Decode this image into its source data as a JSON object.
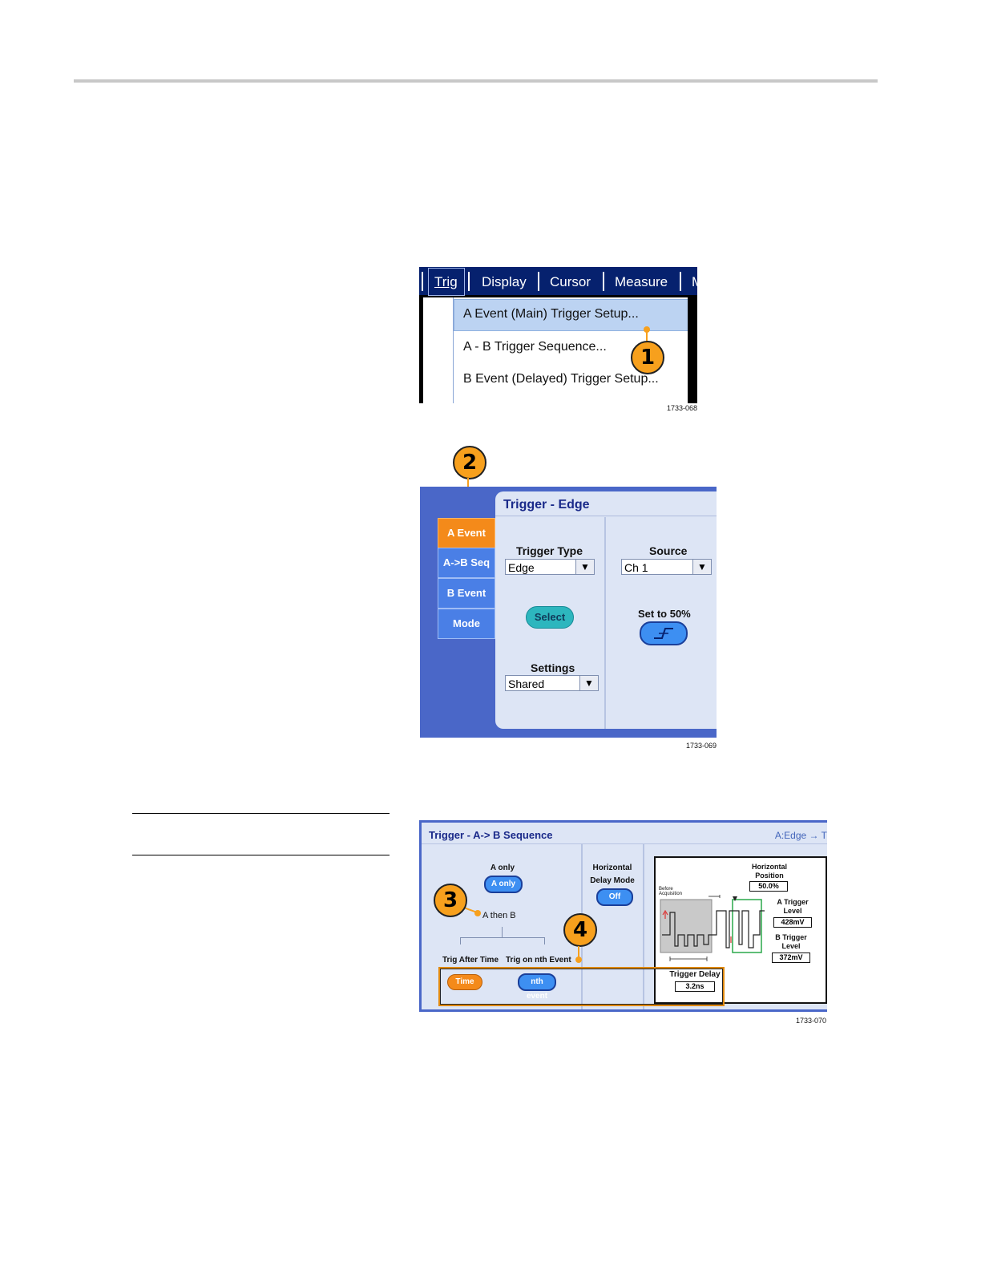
{
  "menu": {
    "items": [
      "Trig",
      "Display",
      "Cursor",
      "Measure",
      "M"
    ],
    "dropdown": [
      "A Event (Main) Trigger Setup...",
      "A - B Trigger Sequence...",
      "B Event (Delayed) Trigger Setup..."
    ],
    "figure_id": "1733-068"
  },
  "callouts": [
    "1",
    "2",
    "3",
    "4"
  ],
  "edge": {
    "title": "Trigger - Edge",
    "tabs": [
      "A Event",
      "A->B Seq",
      "B Event",
      "Mode"
    ],
    "trigger_type_label": "Trigger Type",
    "trigger_type_value": "Edge",
    "select_button": "Select",
    "settings_label": "Settings",
    "settings_value": "Shared",
    "source_label": "Source",
    "source_value": "Ch 1",
    "set50_label": "Set to 50%",
    "figure_id": "1733-069"
  },
  "sequence": {
    "title": "Trigger - A-> B Sequence",
    "title_right": "A:Edge → T",
    "a_only_label": "A only",
    "a_only_button": "A only",
    "a_then_b": "A then B",
    "trig_after_time": "Trig After Time",
    "trig_nth": "Trig on nth Event",
    "time_button": "Time",
    "nth_button": "nth event",
    "hdm_label_1": "Horizontal",
    "hdm_label_2": "Delay Mode",
    "off_button": "Off",
    "horiz_pos_1": "Horizontal",
    "horiz_pos_2": "Position",
    "horiz_pos_val": "50.0%",
    "before_acq_1": "Before",
    "before_acq_2": "Acquisition",
    "a_level_1": "A Trigger",
    "a_level_2": "Level",
    "a_level_val": "428mV",
    "b_level_1": "B Trigger",
    "b_level_2": "Level",
    "b_level_val": "372mV",
    "trigger_delay": "Trigger Delay",
    "trigger_delay_val": "3.2ns",
    "figure_id": "1733-070"
  },
  "colors": {
    "accent": "#f7a01d",
    "menubar": "#06216e",
    "panel": "#dde5f5",
    "frame": "#4a67c8"
  }
}
